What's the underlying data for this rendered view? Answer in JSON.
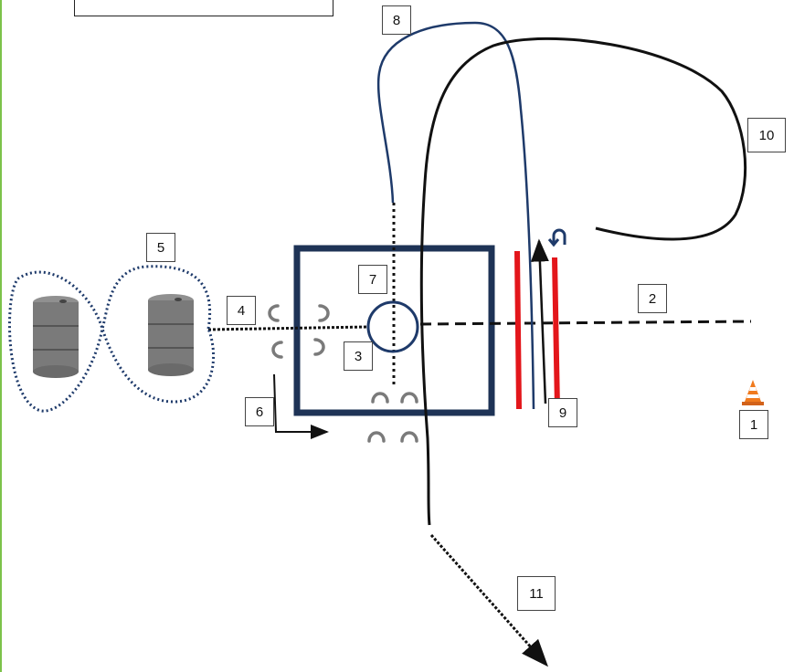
{
  "diagram": {
    "title_box_text": "",
    "markers": [
      {
        "id": "m1",
        "label": "1"
      },
      {
        "id": "m2",
        "label": "2"
      },
      {
        "id": "m3",
        "label": "3"
      },
      {
        "id": "m4",
        "label": "4"
      },
      {
        "id": "m5",
        "label": "5"
      },
      {
        "id": "m6",
        "label": "6"
      },
      {
        "id": "m7",
        "label": "7"
      },
      {
        "id": "m8",
        "label": "8"
      },
      {
        "id": "m9",
        "label": "9"
      },
      {
        "id": "m10",
        "label": "10"
      },
      {
        "id": "m11",
        "label": "11"
      }
    ],
    "icons": [
      "barrel-icon",
      "traffic-cone-icon",
      "horseshoe-icon",
      "u-turn-icon"
    ],
    "colors": {
      "box_border": "#1e3356",
      "rail": "#e3161b",
      "navy_path": "#1e3a6a",
      "black_path": "#111111",
      "dotted_loop": "#1e3a6a",
      "cone": "#f07a1e",
      "barrel": "#7a7a7a",
      "edge_accent": "#7cc24a"
    }
  }
}
